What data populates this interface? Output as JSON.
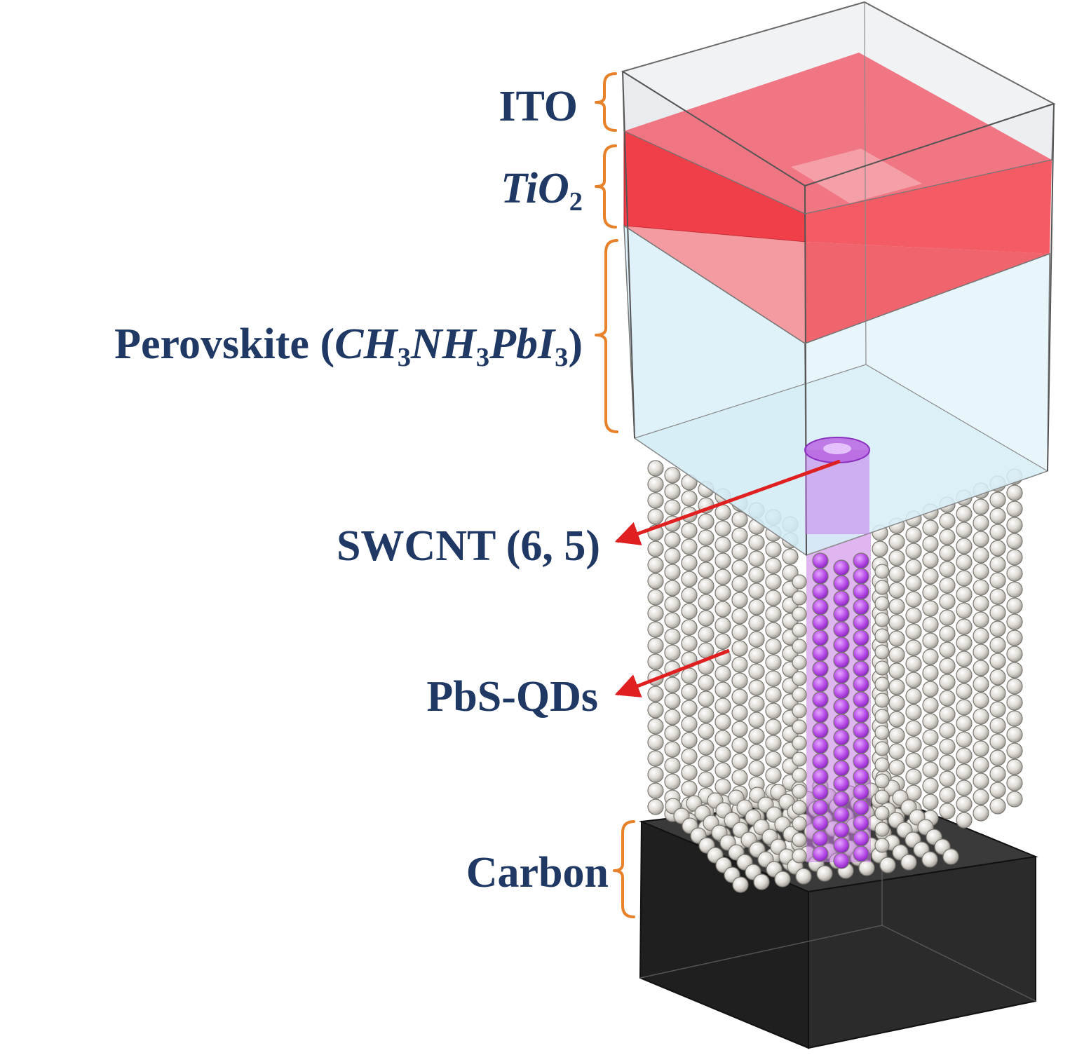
{
  "labels": {
    "ito": "ITO",
    "tio2": {
      "base": "TiO",
      "sub": "2"
    },
    "perovskite": {
      "prefix": "Perovskite (",
      "formula": [
        {
          "t": "CH",
          "s": "3"
        },
        {
          "t": "NH",
          "s": "3"
        },
        {
          "t": "PbI",
          "s": "3"
        }
      ],
      "suffix": ")"
    },
    "swcnt": "SWCNT (6, 5)",
    "pbs": "PbS-QDs",
    "carbon": "Carbon"
  },
  "colors": {
    "label_text": "#1f3864",
    "bracket": "#e8822a",
    "arrow": "#e02020",
    "tio2_layer": "#f0404a",
    "perovskite_layer": "#dff3fa",
    "nanotube": "#b040e0",
    "quantum_dot": "#d9d6d0",
    "carbon_block": "#2a2a2a"
  }
}
